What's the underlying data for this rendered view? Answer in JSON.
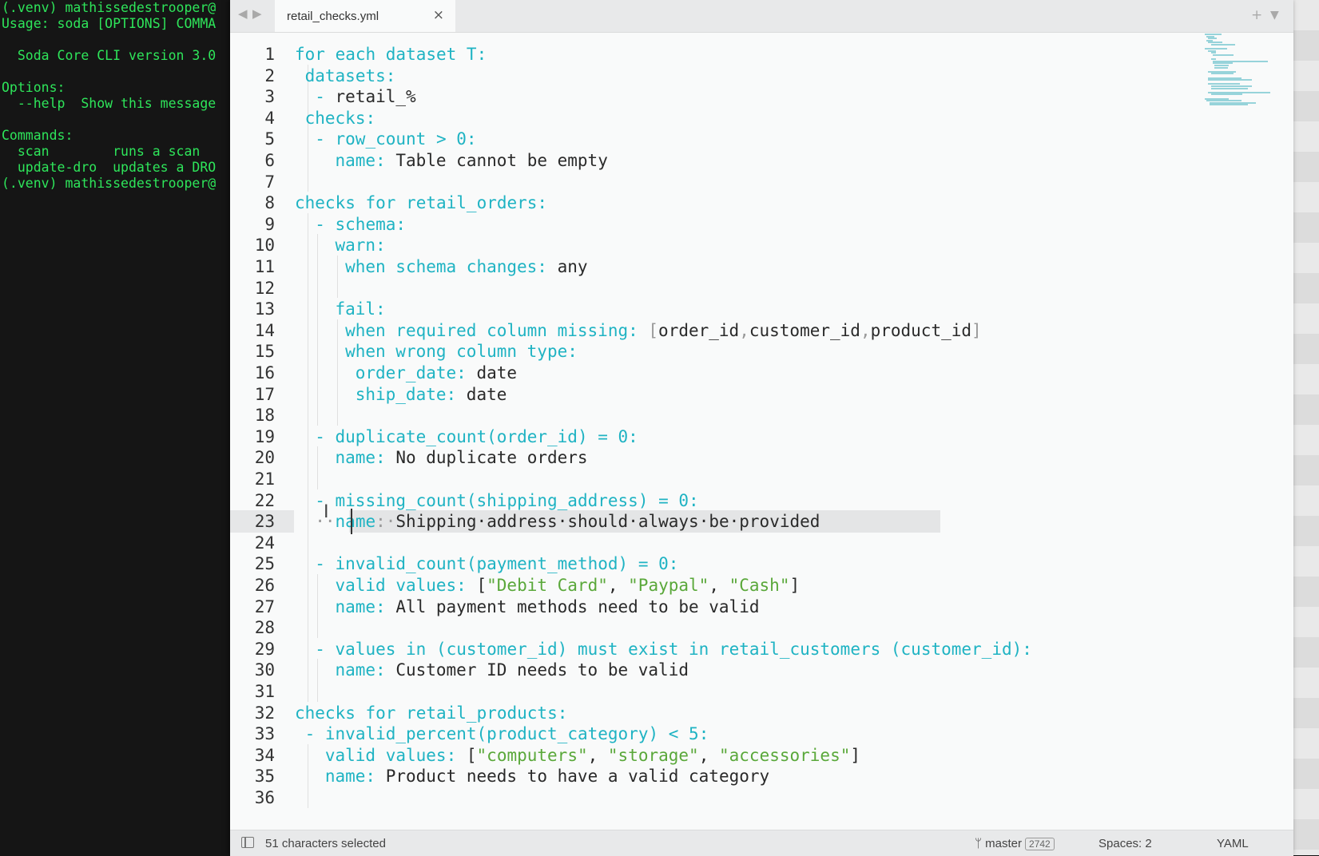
{
  "terminal": {
    "lines": [
      "(.venv) mathissedestrooper@",
      "Usage: soda [OPTIONS] COMMA",
      "",
      "  Soda Core CLI version 3.0",
      "",
      "Options:",
      "  --help  Show this message",
      "",
      "Commands:",
      "  scan        runs a scan",
      "  update-dro  updates a DRO",
      "(.venv) mathissedestrooper@"
    ]
  },
  "editor": {
    "tab": {
      "label": "retail_checks.yml"
    },
    "status": {
      "selection": "51 characters selected",
      "branch": "master",
      "branch_count": "2742",
      "spaces": "Spaces: 2",
      "language": "YAML"
    },
    "current_line": 23,
    "lines": [
      {
        "n": "1",
        "indent": 0,
        "parts": [
          [
            "k",
            "for each dataset T:"
          ]
        ]
      },
      {
        "n": "2",
        "indent": 1,
        "parts": [
          [
            "k",
            "datasets:"
          ]
        ]
      },
      {
        "n": "3",
        "indent": 2,
        "parts": [
          [
            "k",
            "- "
          ],
          [
            "v",
            "retail_%"
          ]
        ]
      },
      {
        "n": "4",
        "indent": 1,
        "parts": [
          [
            "k",
            "checks:"
          ]
        ]
      },
      {
        "n": "5",
        "indent": 2,
        "parts": [
          [
            "k",
            "- row_count > 0:"
          ]
        ]
      },
      {
        "n": "6",
        "indent": 4,
        "parts": [
          [
            "k",
            "name: "
          ],
          [
            "v",
            "Table cannot be empty"
          ]
        ]
      },
      {
        "n": "7",
        "indent": 0,
        "parts": []
      },
      {
        "n": "8",
        "indent": 0,
        "parts": [
          [
            "k",
            "checks for retail_orders:"
          ]
        ]
      },
      {
        "n": "9",
        "indent": 2,
        "parts": [
          [
            "k",
            "- schema:"
          ]
        ]
      },
      {
        "n": "10",
        "indent": 4,
        "parts": [
          [
            "k",
            "warn:"
          ]
        ]
      },
      {
        "n": "11",
        "indent": 5,
        "parts": [
          [
            "k",
            "when schema changes: "
          ],
          [
            "v",
            "any"
          ]
        ]
      },
      {
        "n": "12",
        "indent": 0,
        "parts": []
      },
      {
        "n": "13",
        "indent": 4,
        "parts": [
          [
            "k",
            "fail:"
          ]
        ]
      },
      {
        "n": "14",
        "indent": 5,
        "parts": [
          [
            "k",
            "when required column missing: "
          ],
          [
            "p",
            "["
          ],
          [
            "v",
            "order_id"
          ],
          [
            "p",
            ","
          ],
          [
            "v",
            "customer_id"
          ],
          [
            "p",
            ","
          ],
          [
            "v",
            "product_id"
          ],
          [
            "p",
            "]"
          ]
        ]
      },
      {
        "n": "15",
        "indent": 5,
        "parts": [
          [
            "k",
            "when wrong column type:"
          ]
        ]
      },
      {
        "n": "16",
        "indent": 6,
        "parts": [
          [
            "k",
            "order_date: "
          ],
          [
            "v",
            "date"
          ]
        ]
      },
      {
        "n": "17",
        "indent": 6,
        "parts": [
          [
            "k",
            "ship_date: "
          ],
          [
            "v",
            "date"
          ]
        ]
      },
      {
        "n": "18",
        "indent": 0,
        "parts": []
      },
      {
        "n": "19",
        "indent": 2,
        "parts": [
          [
            "k",
            "- duplicate_count(order_id) = 0:"
          ]
        ]
      },
      {
        "n": "20",
        "indent": 4,
        "parts": [
          [
            "k",
            "name: "
          ],
          [
            "v",
            "No duplicate orders"
          ]
        ]
      },
      {
        "n": "21",
        "indent": 0,
        "parts": []
      },
      {
        "n": "22",
        "indent": 2,
        "parts": [
          [
            "k",
            "- missing_count(shipping_address) = 0:"
          ]
        ]
      },
      {
        "n": "23",
        "indent": 2,
        "parts": [
          [
            "p",
            "··"
          ],
          [
            "k",
            "name"
          ],
          [
            "p",
            ":·"
          ],
          [
            "v",
            "Shipping·address·should·always·be·provided"
          ]
        ]
      },
      {
        "n": "24",
        "indent": 0,
        "parts": []
      },
      {
        "n": "25",
        "indent": 2,
        "parts": [
          [
            "k",
            "- invalid_count(payment_method) = 0:"
          ]
        ]
      },
      {
        "n": "26",
        "indent": 4,
        "parts": [
          [
            "k",
            "valid values: "
          ],
          [
            "v",
            "["
          ],
          [
            "s",
            "\"Debit Card\""
          ],
          [
            "v",
            ", "
          ],
          [
            "s",
            "\"Paypal\""
          ],
          [
            "v",
            ", "
          ],
          [
            "s",
            "\"Cash\""
          ],
          [
            "v",
            "]"
          ]
        ]
      },
      {
        "n": "27",
        "indent": 4,
        "parts": [
          [
            "k",
            "name: "
          ],
          [
            "v",
            "All payment methods need to be valid"
          ]
        ]
      },
      {
        "n": "28",
        "indent": 0,
        "parts": []
      },
      {
        "n": "29",
        "indent": 2,
        "parts": [
          [
            "k",
            "- values in (customer_id) must exist in retail_customers (customer_id):"
          ]
        ]
      },
      {
        "n": "30",
        "indent": 4,
        "parts": [
          [
            "k",
            "name: "
          ],
          [
            "v",
            "Customer ID needs to be valid"
          ]
        ]
      },
      {
        "n": "31",
        "indent": 0,
        "parts": []
      },
      {
        "n": "32",
        "indent": 0,
        "parts": [
          [
            "k",
            "checks for retail_products:"
          ]
        ]
      },
      {
        "n": "33",
        "indent": 1,
        "parts": [
          [
            "k",
            "- invalid_percent(product_category) < 5:"
          ]
        ]
      },
      {
        "n": "34",
        "indent": 3,
        "parts": [
          [
            "k",
            "valid values: "
          ],
          [
            "v",
            "["
          ],
          [
            "s",
            "\"computers\""
          ],
          [
            "v",
            ", "
          ],
          [
            "s",
            "\"storage\""
          ],
          [
            "v",
            ", "
          ],
          [
            "s",
            "\"accessories\""
          ],
          [
            "v",
            "]"
          ]
        ]
      },
      {
        "n": "35",
        "indent": 3,
        "parts": [
          [
            "k",
            "name: "
          ],
          [
            "v",
            "Product needs to have a valid category"
          ]
        ]
      },
      {
        "n": "36",
        "indent": 0,
        "parts": []
      }
    ]
  },
  "icons": {
    "back": "chevron-left-icon",
    "forward": "chevron-right-icon",
    "close": "close-icon",
    "new_tab": "plus-icon",
    "tab_menu": "chevron-down-icon",
    "branch": "git-branch-icon",
    "sidebar": "sidebar-toggle-icon"
  },
  "colors": {
    "keyword": "#1fb3c3",
    "string": "#5aa83a",
    "terminal_text": "#2ee55a"
  }
}
